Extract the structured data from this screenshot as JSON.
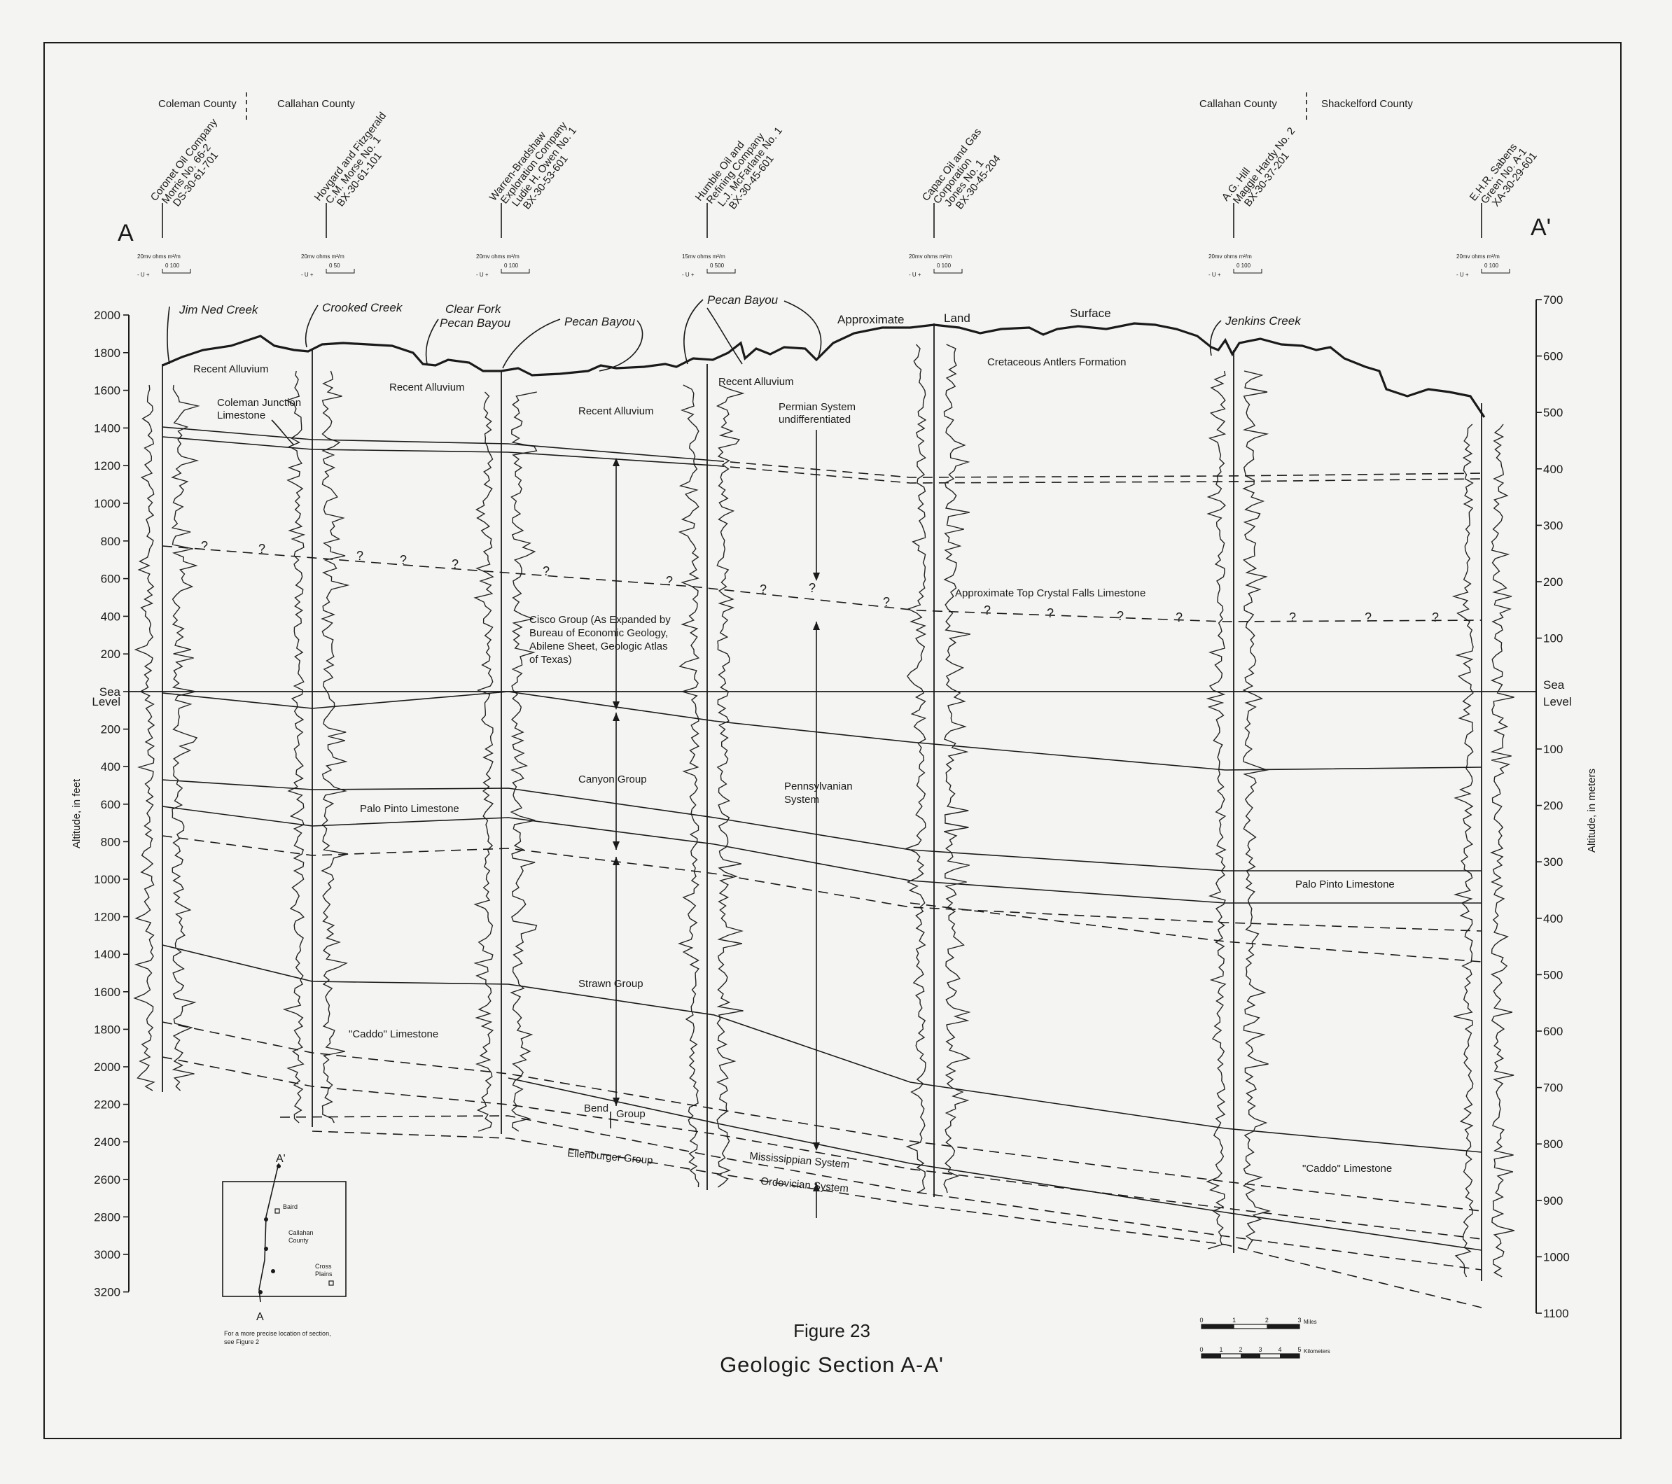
{
  "counties": {
    "left": [
      "Coleman County",
      "Callahan County"
    ],
    "right": [
      "Callahan County",
      "Shackelford County"
    ]
  },
  "endpoints": {
    "start": "A",
    "end": "A'"
  },
  "wells": [
    {
      "company": "Coronet Oil Company",
      "well": "Morris No. 66-2",
      "id": "DS-30-61-701",
      "scale_units": "20mv  ohms  m²/m",
      "scale_vals": "0    100",
      "scale_sign": "- U +"
    },
    {
      "company": "Hovgard and Fitzgerald",
      "well": "C.M. Morse No. 1",
      "id": "BX-30-61-101",
      "scale_units": "20mv  ohms  m²/m",
      "scale_vals": "0    50",
      "scale_sign": "- U +"
    },
    {
      "company": "Warren-Bradshaw",
      "company2": "Exploration Company",
      "well": "Ludie H. Owen No. 1",
      "id": "BX-30-53-601",
      "scale_units": "20mv  ohms  m²/m",
      "scale_vals": "0    100",
      "scale_sign": "- U +"
    },
    {
      "company": "Humble Oil and",
      "company2": "Refining Company",
      "well": "L.J. McFarlane No. 1",
      "id": "BX-30-45-601",
      "scale_units": "15mv  ohms  m²/m",
      "scale_vals": "0    500",
      "scale_sign": "- U +"
    },
    {
      "company": "Capac Oil and Gas",
      "company2": "Corporation",
      "well": "Jones No. 1",
      "id": "BX-30-45-204",
      "scale_units": "20mv  ohms  m²/m",
      "scale_vals": "0    100",
      "scale_sign": "- U +"
    },
    {
      "company": "A.G. Hill",
      "well": "Maggie Hardy No. 2",
      "id": "BX-30-37-201",
      "scale_units": "20mv  ohms  m²/m",
      "scale_vals": "0    100",
      "scale_sign": "- U +"
    },
    {
      "company": "E.H.R. Sabens",
      "well": "Green No. A-1",
      "id": "XA-30-29-601",
      "scale_units": "20mv  ohms  m²/m",
      "scale_vals": "0    100",
      "scale_sign": "- U +"
    }
  ],
  "axes": {
    "left_label": "Altitude, in feet",
    "right_label": "Altitude, in meters",
    "left_ticks": [
      "2000",
      "1800",
      "1600",
      "1400",
      "1200",
      "1000",
      "800",
      "600",
      "400",
      "200",
      "Sea",
      "200",
      "400",
      "600",
      "800",
      "1000",
      "1200",
      "1400",
      "1600",
      "1800",
      "2000",
      "2200",
      "2400",
      "2600",
      "2800",
      "3000",
      "3200"
    ],
    "sea_level_2": "Level",
    "right_ticks_above": [
      "700",
      "600",
      "500",
      "400",
      "300",
      "200",
      "100"
    ],
    "right_ticks_below": [
      "100",
      "200",
      "300",
      "400",
      "500",
      "600",
      "700",
      "800",
      "900",
      "1000",
      "1100"
    ]
  },
  "surface_labels": {
    "jim_ned": "Jim Ned Creek",
    "crooked": "Crooked Creek",
    "clear_fork_1": "Clear Fork",
    "clear_fork_2": "Pecan Bayou",
    "pecan_1": "Pecan Bayou",
    "pecan_2": "Pecan Bayou",
    "approx": "Approximate",
    "land": "Land",
    "surface": "Surface",
    "jenkins": "Jenkins Creek"
  },
  "formation_labels": {
    "alluvium_1": "Recent Alluvium",
    "alluvium_2": "Recent Alluvium",
    "alluvium_3": "Recent Alluvium",
    "alluvium_4": "Recent Alluvium",
    "coleman_1": "Coleman Junction",
    "coleman_2": "Limestone",
    "cretaceous": "Cretaceous Antlers Formation",
    "permian_1": "Permian System",
    "permian_2": "undifferentiated",
    "crystal_falls": "Approximate Top Crystal Falls Limestone",
    "cisco_1": "Cisco Group (As Expanded by",
    "cisco_2": "Bureau of Economic Geology,",
    "cisco_3": "Abilene Sheet, Geologic Atlas",
    "cisco_4": "of Texas)",
    "canyon": "Canyon Group",
    "penn_1": "Pennsylvanian",
    "penn_2": "System",
    "palo_pinto_1": "Palo Pinto Limestone",
    "palo_pinto_2": "Palo Pinto Limestone",
    "strawn": "Strawn Group",
    "caddo_1": "\"Caddo\" Limestone",
    "caddo_2": "\"Caddo\" Limestone",
    "bend_1": "Bend",
    "bend_2": "Group",
    "ellenburger": "Ellenburger Group",
    "mississippian": "Mississippian System",
    "ordovician": "Ordovician System",
    "question": "?"
  },
  "inset": {
    "a_prime": "A'",
    "a": "A",
    "baird": "Baird",
    "county_1": "Callahan",
    "county_2": "County",
    "cross_1": "Cross",
    "cross_2": "Plains",
    "note_1": "For a more precise location of section,",
    "note_2": "see Figure 2"
  },
  "caption": {
    "figure": "Figure 23",
    "title": "Geologic Section A-A'"
  },
  "scale_bars": {
    "miles_ticks": [
      "0",
      "1",
      "2",
      "3"
    ],
    "miles_unit": "Miles",
    "km_ticks": [
      "0",
      "1",
      "2",
      "3",
      "4",
      "5"
    ],
    "km_unit": "Kilometers"
  }
}
